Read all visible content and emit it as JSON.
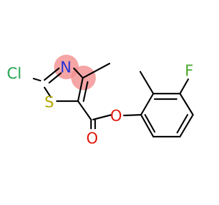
{
  "molecule": {
    "atoms": {
      "chlorine": "Cl",
      "nitrogen": "N",
      "sulfur": "S",
      "ester_oxygen": "O",
      "carbonyl_oxygen": "O",
      "fluorine": "F"
    },
    "colors": {
      "bond": "#000000",
      "chlorine": "#1fa34a",
      "nitrogen": "#2533d6",
      "sulfur": "#b3a600",
      "oxygen": "#e0190f",
      "fluorine": "#4aa82c",
      "highlight": "#f28f8f"
    }
  }
}
